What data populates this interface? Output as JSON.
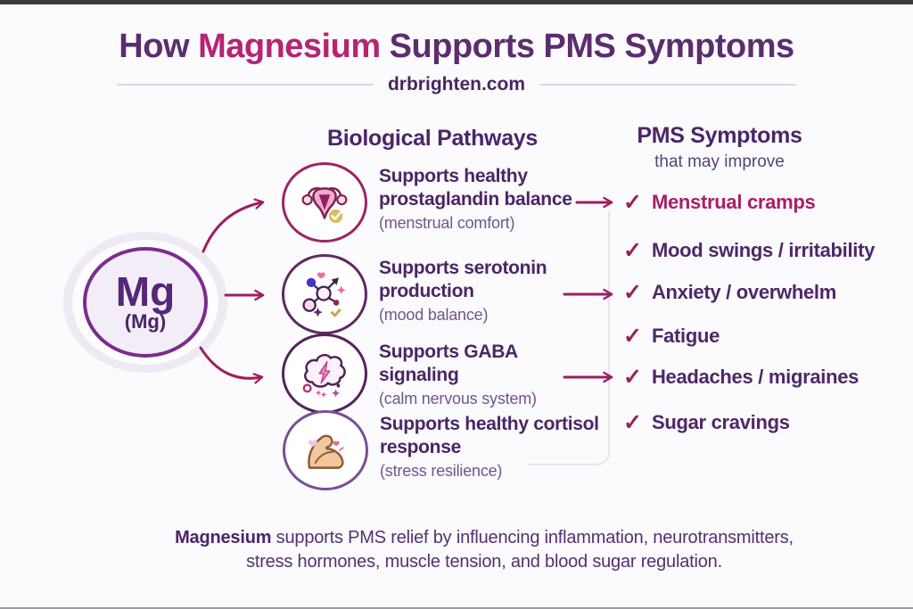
{
  "title": {
    "pre": "How ",
    "highlight": "Magnesium",
    "post": " Supports PMS Symptoms"
  },
  "source": "drbrighten.com",
  "element": {
    "symbol": "Mg",
    "formula": "(Mg)"
  },
  "pathways": {
    "heading": "Biological Pathways",
    "items": [
      {
        "icon": "uterus-icon",
        "title": "Supports healthy\nprostaglandin balance",
        "note": "(menstrual comfort)"
      },
      {
        "icon": "serotonin-molecule-icon",
        "title": "Supports serotonin\nproduction",
        "note": "(mood balance)"
      },
      {
        "icon": "brain-icon",
        "title": "Supports GABA signaling",
        "note": "(calm nervous system)"
      },
      {
        "icon": "flexed-arm-icon",
        "title": "Supports healthy cortisol\nresponse",
        "note": "(stress resilience)"
      }
    ]
  },
  "symptoms": {
    "heading": "PMS Symptoms",
    "subheading": "that may improve",
    "check_glyph": "✓",
    "items": [
      {
        "label": "Menstrual cramps",
        "highlighted": true
      },
      {
        "label": "Mood swings / irritability",
        "highlighted": false
      },
      {
        "label": "Anxiety / overwhelm",
        "highlighted": false
      },
      {
        "label": "Fatigue",
        "highlighted": false
      },
      {
        "label": "Headaches / migraines",
        "highlighted": false
      },
      {
        "label": "Sugar cravings",
        "highlighted": false
      }
    ]
  },
  "footer": {
    "lead": "Magnesium",
    "rest": " supports PMS relief by influencing inflammation, neurotransmitters,\nstress hormones, muscle tension, and blood sugar regulation."
  },
  "colors": {
    "title_purple": "#5b2d6e",
    "accent_magenta": "#b42472",
    "text_purple": "#4f2766",
    "note_purple": "#70568f",
    "arrow_magenta": "#9c1d62",
    "highlight_symptom": "#a81e67",
    "halo_lavender": "#edeaf3"
  }
}
